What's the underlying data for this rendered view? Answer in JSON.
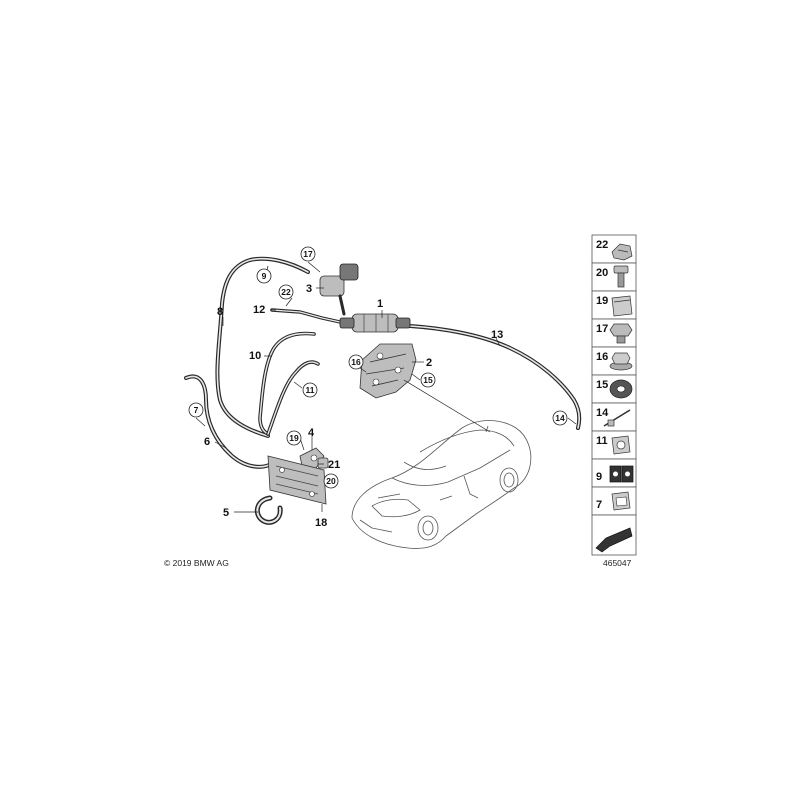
{
  "diagram": {
    "callouts": {
      "1": "1",
      "2": "2",
      "3": "3",
      "4": "4",
      "5": "5",
      "6": "6",
      "8": "8",
      "10": "10",
      "12": "12",
      "13": "13",
      "18": "18",
      "21": "21"
    },
    "circled_callouts": {
      "c7": "7",
      "c9": "9",
      "c11": "11",
      "c14": "14",
      "c15": "15",
      "c16": "16",
      "c17": "17",
      "c19": "19",
      "c20": "20",
      "c22": "22"
    }
  },
  "legend": {
    "items": [
      {
        "number": "22",
        "icon": "clip-icon"
      },
      {
        "number": "20",
        "icon": "bolt-icon"
      },
      {
        "number": "19",
        "icon": "clamp-icon"
      },
      {
        "number": "17",
        "icon": "nut-icon"
      },
      {
        "number": "16",
        "icon": "collar-nut-icon"
      },
      {
        "number": "15",
        "icon": "grommet-icon"
      },
      {
        "number": "14",
        "icon": "cable-tie-icon"
      },
      {
        "number": "11",
        "icon": "hose-clip-icon"
      },
      {
        "number": "9",
        "icon": "double-clip-icon"
      },
      {
        "number": "7",
        "icon": "bracket-clip-icon"
      }
    ],
    "bottom_icon": "direction-arrow-icon"
  },
  "footer": {
    "copyright": "© 2019 BMW AG",
    "diagram_number": "465047"
  }
}
